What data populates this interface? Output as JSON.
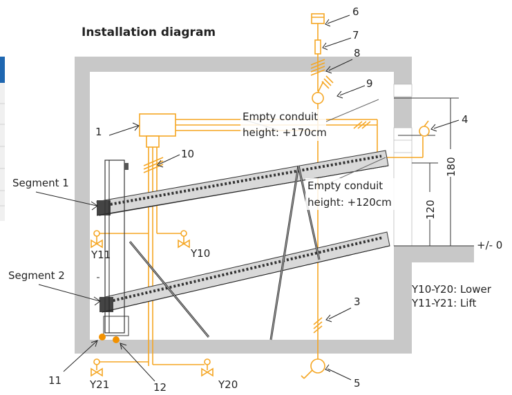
{
  "title": "Installation diagram",
  "labels": {
    "segment1": "Segment 1",
    "segment2": "Segment 2",
    "conduit_170_line1": "Empty conduit",
    "conduit_170_line2": "height: +170cm",
    "conduit_120_line1": "Empty conduit",
    "conduit_120_line2": "height: +120cm",
    "legend_lower": "Y10-Y20: Lower",
    "legend_lift": "Y11-Y21: Lift",
    "floor_level": "+/- 0"
  },
  "dimensions": {
    "d180": "180",
    "d120": "120"
  },
  "valves": {
    "y10": "Y10",
    "y11": "Y11",
    "y20": "Y20",
    "y21": "Y21"
  },
  "callouts": [
    "1",
    "3",
    "4",
    "5",
    "6",
    "7",
    "8",
    "9",
    "10",
    "11",
    "12"
  ],
  "colors": {
    "wall": "#c8c8c8",
    "conduit": "#f5a623",
    "sensor": "#f29100"
  }
}
